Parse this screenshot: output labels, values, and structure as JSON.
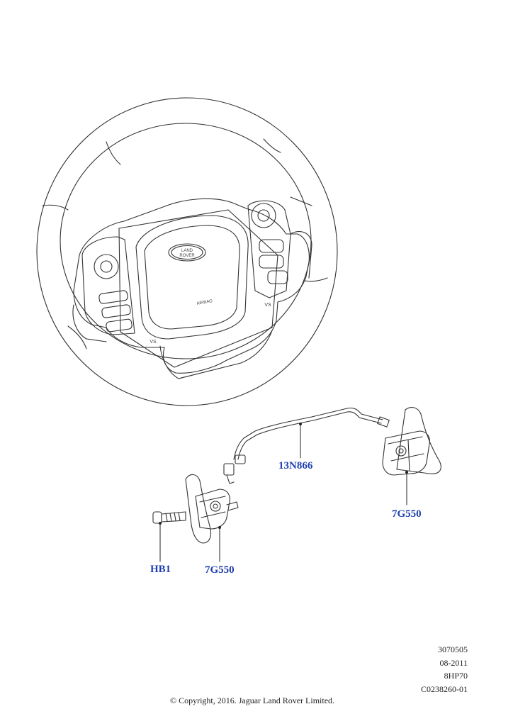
{
  "callouts": {
    "harness": "13N866",
    "paddle_right": "7G550",
    "bolt": "HB1",
    "paddle_left": "7G550"
  },
  "wheel": {
    "badge_line1": "LAND",
    "badge_line2": "ROVER",
    "airbag": "AIRBAG",
    "vs_left": "VS",
    "vs_right": "VS"
  },
  "meta": {
    "line1": "3070505",
    "line2": "08-2011",
    "line3": "8HP70",
    "line4": "C0238260-01"
  },
  "copyright": "© Copyright, 2016. Jaguar Land Rover Limited."
}
